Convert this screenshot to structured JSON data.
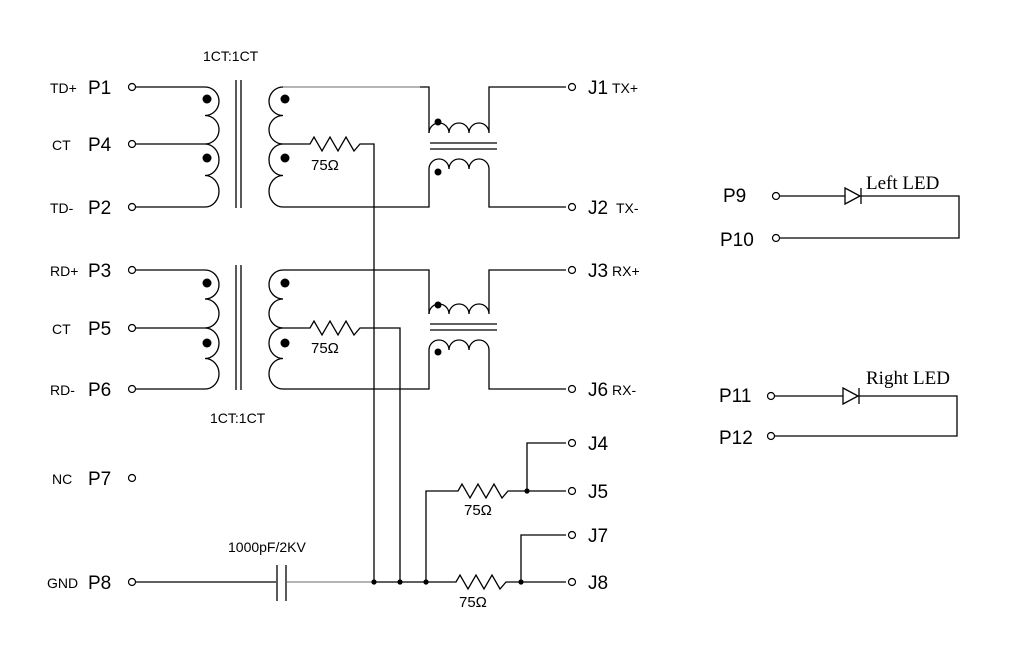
{
  "left_pins": [
    {
      "prefix": "TD+",
      "pin": "P1"
    },
    {
      "prefix": "CT",
      "pin": "P4"
    },
    {
      "prefix": "TD-",
      "pin": "P2"
    },
    {
      "prefix": "RD+",
      "pin": "P3"
    },
    {
      "prefix": "CT",
      "pin": "P5"
    },
    {
      "prefix": "RD-",
      "pin": "P6"
    },
    {
      "prefix": "NC",
      "pin": "P7"
    },
    {
      "prefix": "GND",
      "pin": "P8"
    }
  ],
  "right_pins": [
    {
      "pin": "J1",
      "suffix": "TX+"
    },
    {
      "pin": "J2",
      "suffix": "TX-"
    },
    {
      "pin": "J3",
      "suffix": "RX+"
    },
    {
      "pin": "J6",
      "suffix": "RX-"
    },
    {
      "pin": "J4",
      "suffix": ""
    },
    {
      "pin": "J5",
      "suffix": ""
    },
    {
      "pin": "J7",
      "suffix": ""
    },
    {
      "pin": "J8",
      "suffix": ""
    }
  ],
  "transformer_top_label": "1CT:1CT",
  "transformer_bottom_label": "1CT:1CT",
  "resistors": [
    "75Ω",
    "75Ω",
    "75Ω",
    "75Ω"
  ],
  "capacitor_label": "1000pF/2KV",
  "leds": [
    {
      "anode_pin": "P9",
      "cathode_pin": "P10",
      "label": "Left LED"
    },
    {
      "anode_pin": "P11",
      "cathode_pin": "P12",
      "label": "Right LED"
    }
  ]
}
